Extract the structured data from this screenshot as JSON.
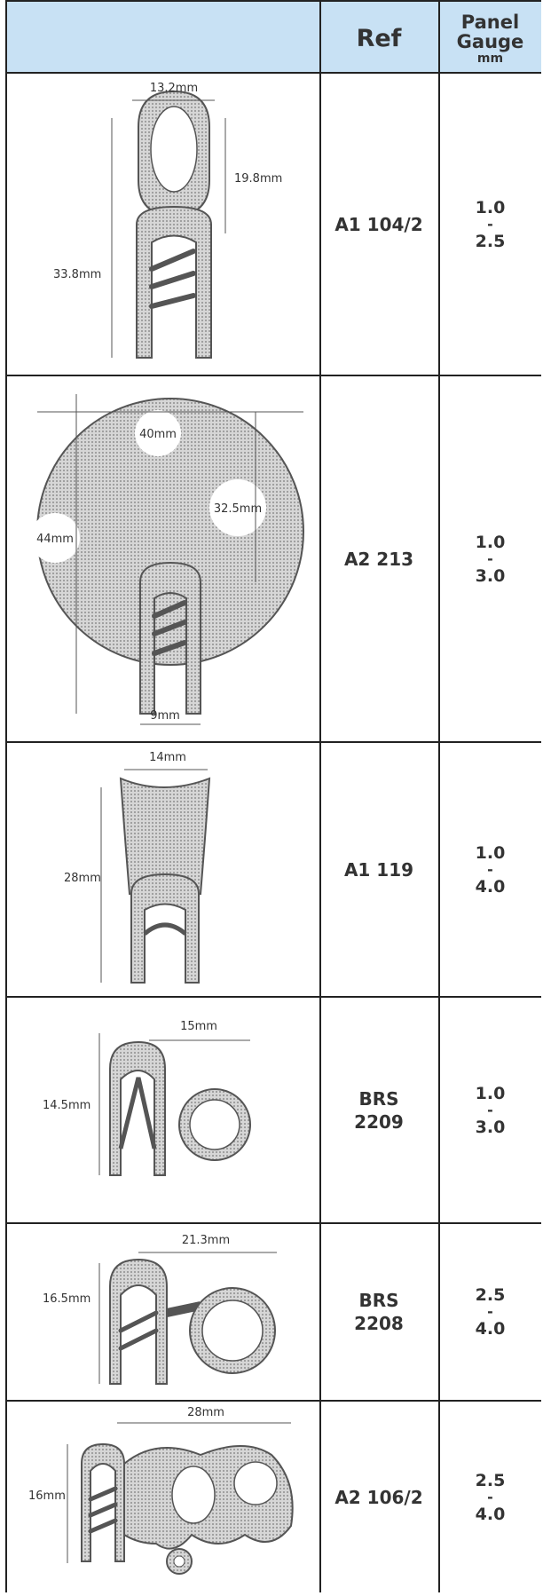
{
  "header": {
    "ref": "Ref",
    "gauge_l1": "Panel",
    "gauge_l2": "Gauge",
    "gauge_l3": "mm"
  },
  "rows": [
    {
      "ref": [
        "A1 104/2"
      ],
      "gauge_min": "1.0",
      "gauge_sep": "-",
      "gauge_max": "2.5",
      "dims": [
        "13.2mm",
        "19.8mm",
        "33.8mm"
      ]
    },
    {
      "ref": [
        "A2 213"
      ],
      "gauge_min": "1.0",
      "gauge_sep": "-",
      "gauge_max": "3.0",
      "dims": [
        "40mm",
        "32.5mm",
        "44mm",
        "9mm"
      ]
    },
    {
      "ref": [
        "A1 119"
      ],
      "gauge_min": "1.0",
      "gauge_sep": "-",
      "gauge_max": "4.0",
      "dims": [
        "14mm",
        "28mm"
      ]
    },
    {
      "ref": [
        "BRS",
        "2209"
      ],
      "gauge_min": "1.0",
      "gauge_sep": "-",
      "gauge_max": "3.0",
      "dims": [
        "15mm",
        "14.5mm"
      ]
    },
    {
      "ref": [
        "BRS",
        "2208"
      ],
      "gauge_min": "2.5",
      "gauge_sep": "-",
      "gauge_max": "4.0",
      "dims": [
        "21.3mm",
        "16.5mm"
      ]
    },
    {
      "ref": [
        "A2 106/2"
      ],
      "gauge_min": "2.5",
      "gauge_sep": "-",
      "gauge_max": "4.0",
      "dims": [
        "28mm",
        "16mm"
      ]
    }
  ],
  "colors": {
    "header_bg": "#c8e1f4",
    "border": "#222222",
    "profile_fill": "#bdbdbd",
    "profile_stroke": "#555555"
  }
}
